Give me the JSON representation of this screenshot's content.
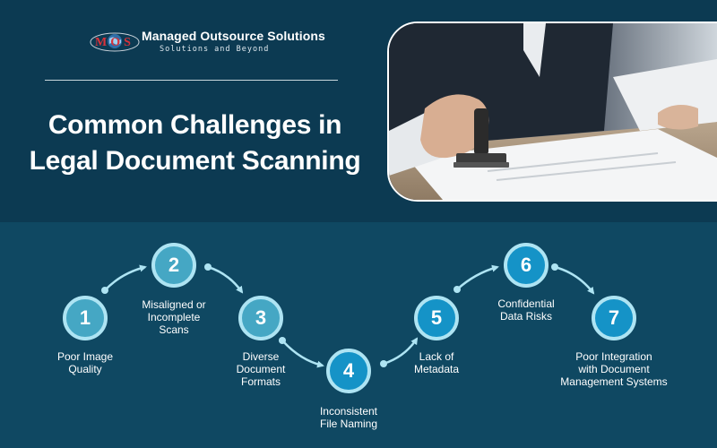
{
  "brand": {
    "name": "Managed Outsource Solutions",
    "tagline": "Solutions and Beyond",
    "mark_letters": "MOS"
  },
  "headline": {
    "line1": "Common Challenges in",
    "line2": "Legal Document Scanning"
  },
  "steps": [
    {
      "number": "1",
      "label_lines": [
        "Poor Image",
        "Quality"
      ]
    },
    {
      "number": "2",
      "label_lines": [
        "Misaligned or",
        "Incomplete",
        "Scans"
      ]
    },
    {
      "number": "3",
      "label_lines": [
        "Diverse",
        "Document",
        "Formats"
      ]
    },
    {
      "number": "4",
      "label_lines": [
        "Inconsistent",
        "File Naming"
      ]
    },
    {
      "number": "5",
      "label_lines": [
        "Lack of",
        "Metadata"
      ]
    },
    {
      "number": "6",
      "label_lines": [
        "Confidential",
        "Data Risks"
      ]
    },
    {
      "number": "7",
      "label_lines": [
        "Poor Integration",
        "with Document",
        "Management Systems"
      ]
    }
  ],
  "colors": {
    "top_background": "#0c3a52",
    "bottom_background": "#0f4862",
    "node_light": "#45a7c4",
    "node_dark": "#1593c7",
    "node_ring": "#aee4f3",
    "connector": "#aee4f3"
  }
}
